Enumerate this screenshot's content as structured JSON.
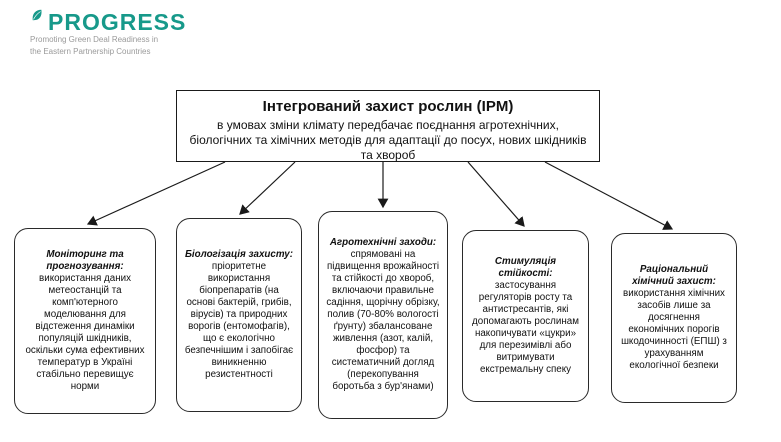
{
  "logo": {
    "title": "PROGRESS",
    "subtitle_line1": "Promoting Green Deal Readiness in",
    "subtitle_line2": "the Eastern Partnership Countries",
    "accent_color": "#17998a"
  },
  "main_box": {
    "title": "Інтегрований захист рослин (IPM)",
    "body": "в умовах зміни клімату передбачає поєднання агротехнічних, біологічних та хімічних методів для адаптації до посух, нових шкідників та хвороб"
  },
  "nodes": [
    {
      "title": "Моніторинг та прогнозування:",
      "body": "використання даних метеостанцій та комп'ютерного моделювання для відстеження динаміки популяцій шкідників, оскільки сума ефективних температур в Україні стабільно перевищує норми"
    },
    {
      "title": "Біологізація захисту:",
      "body": "пріоритетне використання біопрепаратів (на основі бактерій, грибів, вірусів) та природних ворогів (ентомофагів), що є екологічно безпечнішим і запобігає виникненню резистентності"
    },
    {
      "title": "Агротехнічні заходи:",
      "body": "спрямовані на підвищення врожайності та стійкості до хвороб, включаючи правильне садіння, щорічну обрізку, полив (70-80% вологості ґрунту) збалансоване живлення (азот, калій, фосфор) та систематичний догляд (перекопування боротьба з бур'янами)"
    },
    {
      "title": "Стимуляція стійкості:",
      "body": "застосування регуляторів росту та антистресантів, які допомагають рослинам накопичувати «цукри» для перезимівлі або витримувати екстремальну спеку"
    },
    {
      "title": "Раціональний хімічний захист:",
      "body": "використання хімічних засобів лише за досягнення економічних порогів шкодочинності (ЕПШ) з урахуванням екологічної безпеки"
    }
  ]
}
